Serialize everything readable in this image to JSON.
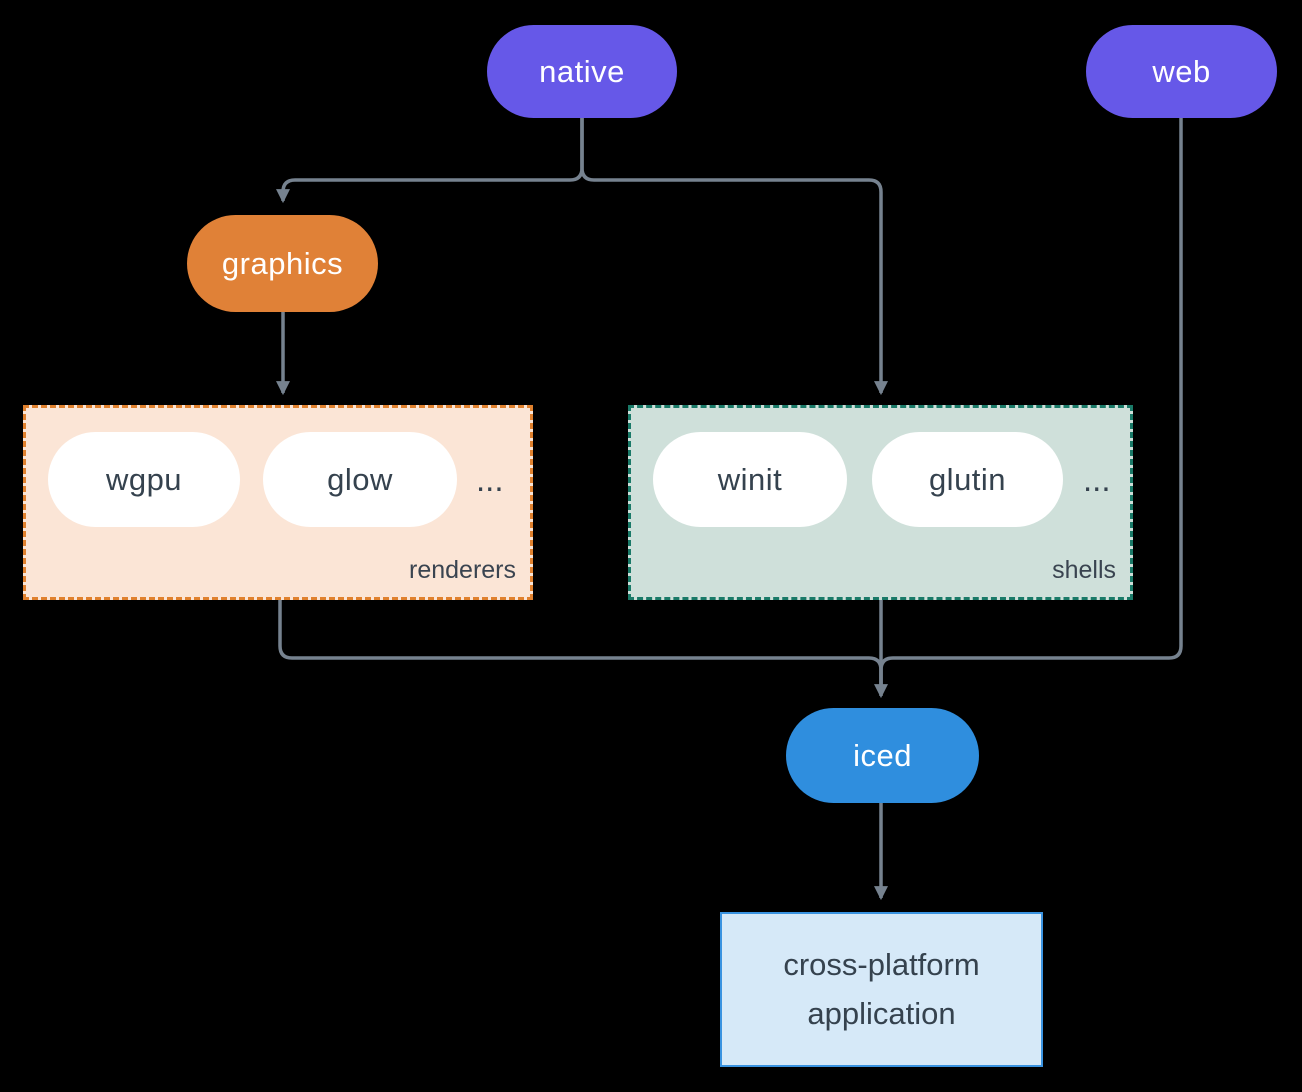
{
  "diagram": {
    "nodes": {
      "native": "native",
      "web": "web",
      "graphics": "graphics",
      "iced": "iced"
    },
    "groups": {
      "renderers": {
        "label": "renderers",
        "items": [
          "wgpu",
          "glow"
        ],
        "ellipsis": "..."
      },
      "shells": {
        "label": "shells",
        "items": [
          "winit",
          "glutin"
        ],
        "ellipsis": "..."
      }
    },
    "app": {
      "lines": [
        "cross-platform",
        "application"
      ]
    },
    "colors": {
      "background": "#000000",
      "platform_node": "#6658e8",
      "graphics_node": "#e08137",
      "iced_node": "#2f8ede",
      "white_node": "#ffffff",
      "renderers_fill": "#fbe5d6",
      "renderers_border": "#e0812e",
      "shells_fill": "#cfe0da",
      "shells_border": "#1a7a68",
      "app_fill": "#d6e9f8",
      "app_border": "#3a93e0",
      "text_dark": "#35424e",
      "edge": "#76828f"
    }
  }
}
